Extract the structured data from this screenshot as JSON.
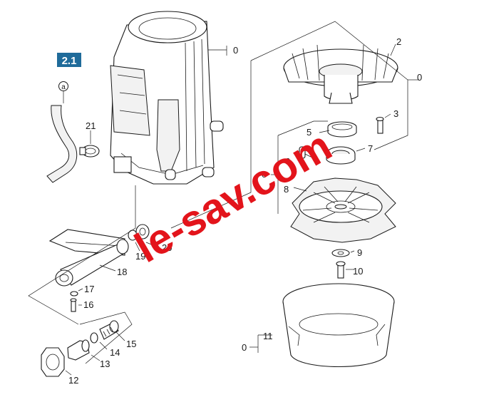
{
  "badge": {
    "text": "2.1",
    "color": "#1f6b9a"
  },
  "callout_a": "a",
  "labels": {
    "housing_group": "0",
    "fan_cover": "2",
    "fan_group": "0",
    "screw_3": "3",
    "ring_5": "5",
    "key_6": "6",
    "bearing_7": "7",
    "fan_8": "8",
    "group_left": "0",
    "washer_9": "9",
    "screw_10": "10",
    "cover_11": "11",
    "cover_group": "0",
    "nut_12": "12",
    "nipple_13": "13",
    "oring_14": "14",
    "nipple_15": "15",
    "screw_16": "16",
    "washer_17": "17",
    "tube_18": "18",
    "oring_19": "19",
    "ring_20": "20",
    "clamp_21": "21"
  },
  "watermark": {
    "text": "le-sav.com",
    "color": "#e3141b"
  }
}
